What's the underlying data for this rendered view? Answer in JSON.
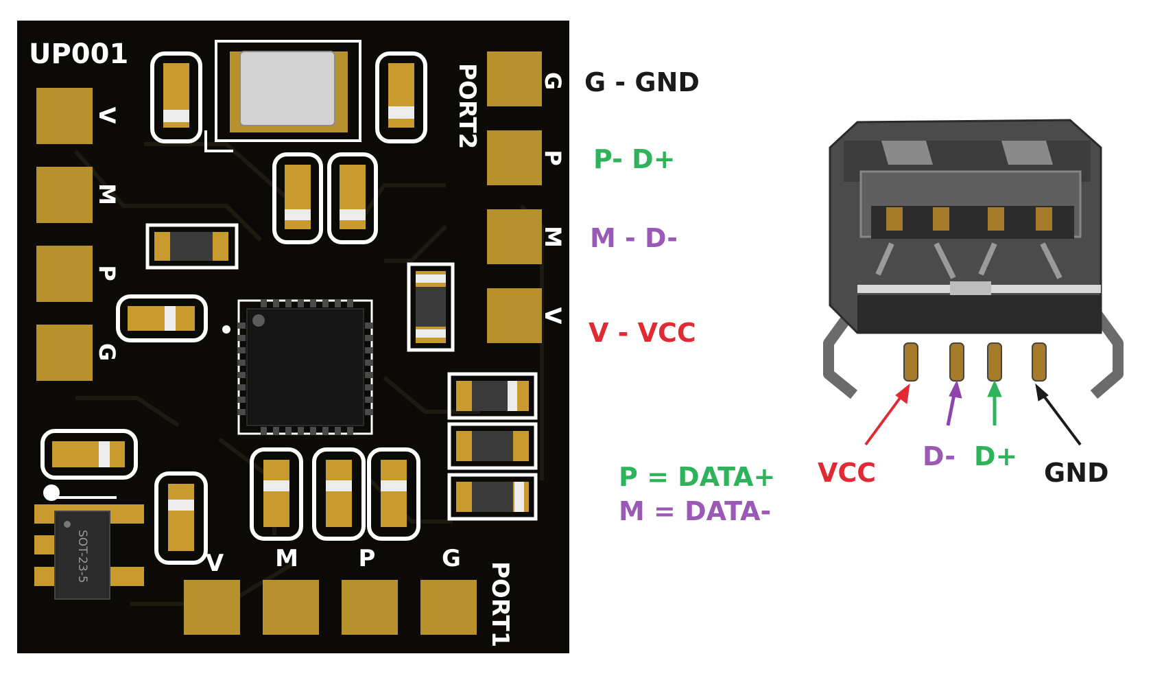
{
  "board": {
    "name": "UP001",
    "package_label": "SOT-23-5",
    "port1": {
      "title": "PORT1",
      "pins": [
        "V",
        "M",
        "P",
        "G"
      ]
    },
    "port2": {
      "title": "PORT2",
      "pins": [
        "G",
        "P",
        "M",
        "V"
      ]
    },
    "left_pins": [
      "V",
      "M",
      "P",
      "G"
    ]
  },
  "legend": {
    "rows": [
      {
        "text": "G - GND",
        "color": "#1a1a1a"
      },
      {
        "text": "P- D+",
        "color": "#2fb35a"
      },
      {
        "text": "M - D-",
        "color": "#9b59b6"
      },
      {
        "text": "V - VCC",
        "color": "#e02b35"
      }
    ],
    "data_plus": {
      "text": "P = DATA+",
      "color": "#2fb35a"
    },
    "data_minus": {
      "text": "M = DATA-",
      "color": "#9b59b6"
    }
  },
  "connector": {
    "labels": [
      {
        "text": "VCC",
        "color": "#e02b35"
      },
      {
        "text": "D-",
        "color": "#9b59b6"
      },
      {
        "text": "D+",
        "color": "#2fb35a"
      },
      {
        "text": "GND",
        "color": "#1a1a1a"
      }
    ]
  },
  "colors": {
    "pcb": "#0b0a07",
    "copper": "#b8912f",
    "silk": "#ffffff"
  }
}
